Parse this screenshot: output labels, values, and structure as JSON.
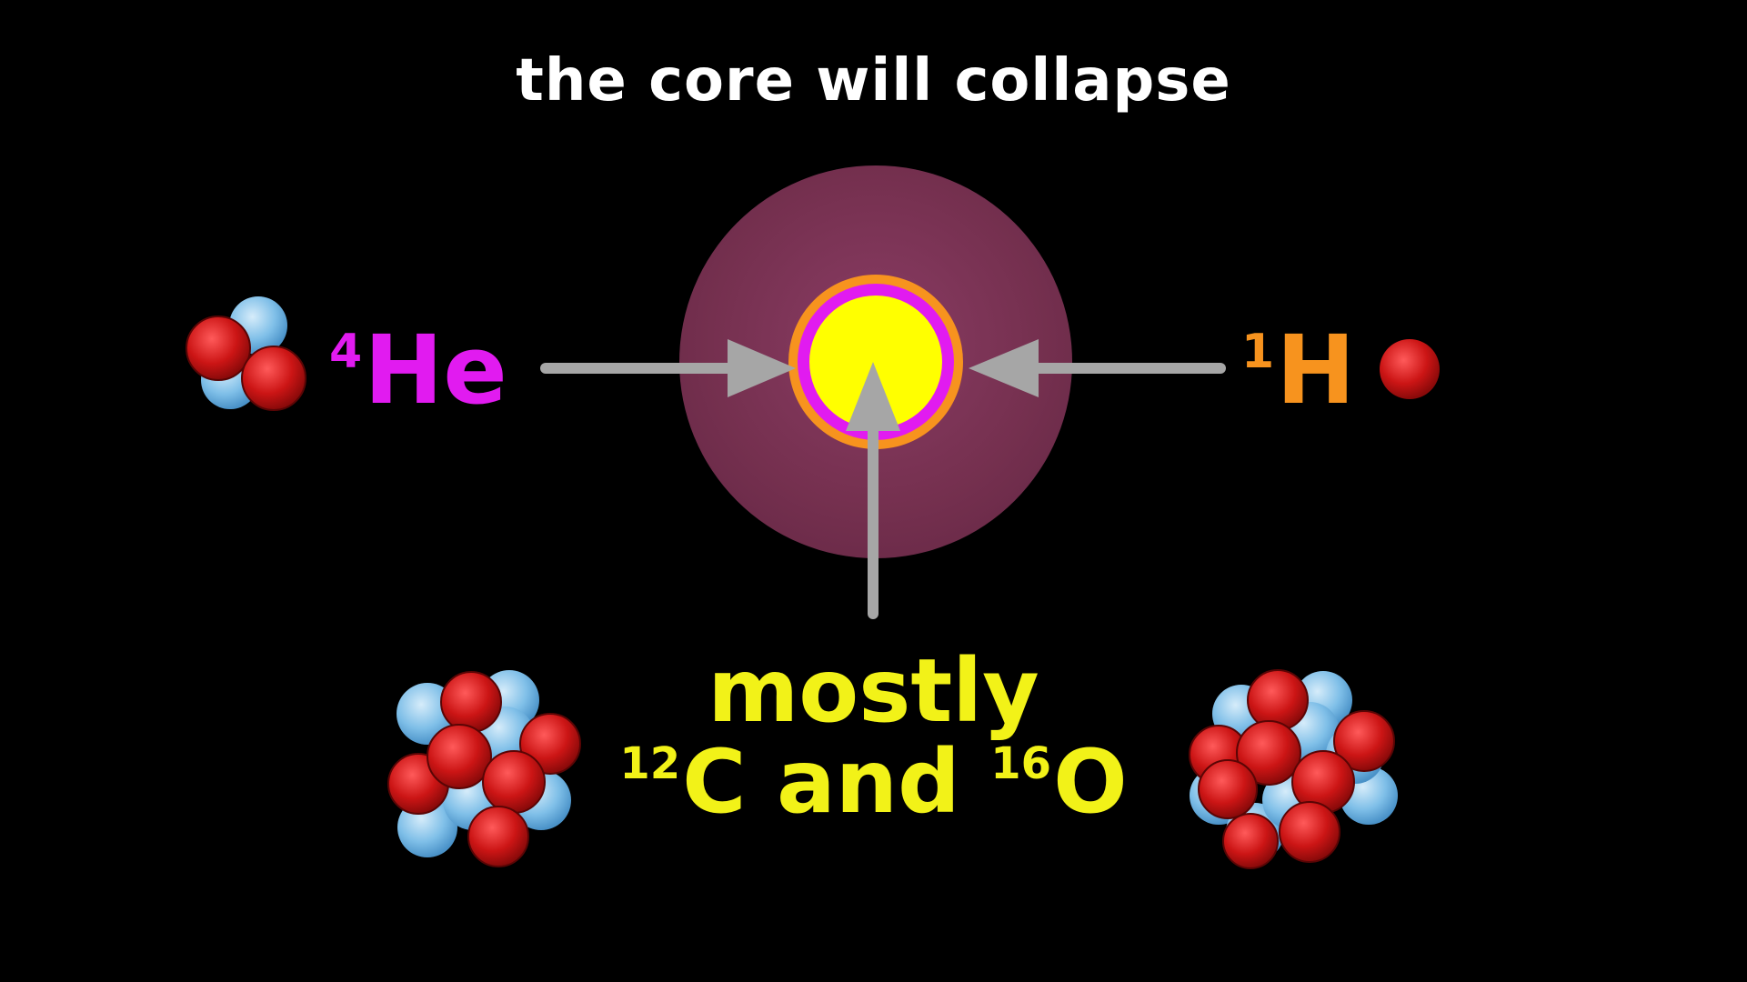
{
  "title": "the core will collapse",
  "labels": {
    "helium": {
      "mass": "4",
      "symbol": "He"
    },
    "hydrogen": {
      "mass": "1",
      "symbol": "H"
    },
    "bottom_line1": "mostly",
    "carbon": {
      "mass": "12",
      "symbol": "C"
    },
    "conjunction": "and",
    "oxygen": {
      "mass": "16",
      "symbol": "O"
    }
  },
  "colors": {
    "background": "#000000",
    "title": "#ffffff",
    "helium": "#e11bf0",
    "hydrogen": "#f7931e",
    "products": "#f2f218",
    "star_envelope": "#7a3256",
    "core": "#ffff00",
    "he_shell": "#e11bf0",
    "h_shell": "#f7931e",
    "arrow": "#a6a6a6",
    "proton": "#cc1515",
    "neutron": "#7fbfe8"
  },
  "icons": {
    "helium_nucleus": "helium-4-nucleus-icon",
    "hydrogen_nucleus": "proton-icon",
    "carbon_nucleus": "carbon-12-nucleus-icon",
    "oxygen_nucleus": "oxygen-16-nucleus-icon"
  }
}
